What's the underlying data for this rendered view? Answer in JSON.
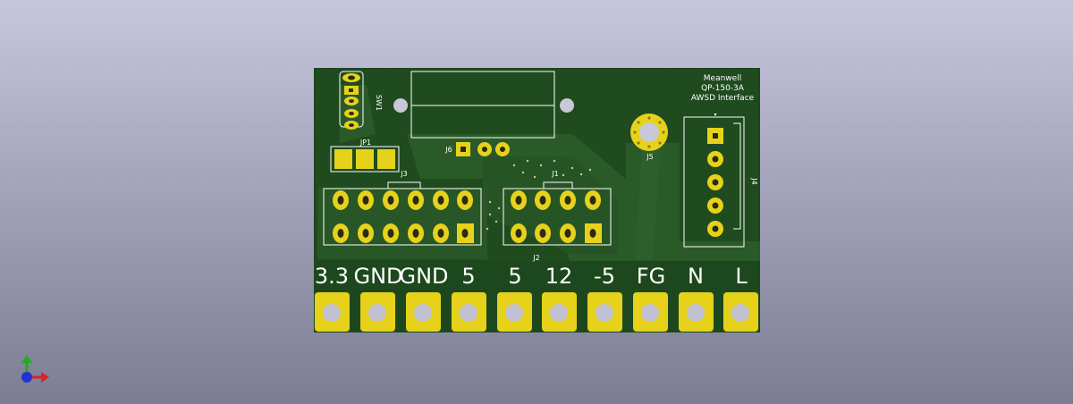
{
  "board": {
    "title_lines": [
      "Meanwell",
      "QP-150-3A",
      "AWSD Interface"
    ],
    "refs": {
      "sw1": "SW1",
      "jp1": "JP1",
      "j6": "J6",
      "j3": "J3",
      "j1": "J1",
      "j2": "J2",
      "j5": "J5",
      "j4": "J4"
    },
    "terminal_labels": [
      "3.3",
      "GND",
      "GND",
      "5",
      "5",
      "12",
      "-5",
      "FG",
      "N",
      "L"
    ]
  },
  "colors": {
    "background_top": "#c6c6de",
    "background_bottom": "#7c7c94",
    "board": "#1e4a1e",
    "copper": "#2c5d2a",
    "pad_gold": "#e6d21a",
    "silkscreen": "#ffffff"
  },
  "axis_gizmo": {
    "icon": "xyz-axis-icon"
  }
}
